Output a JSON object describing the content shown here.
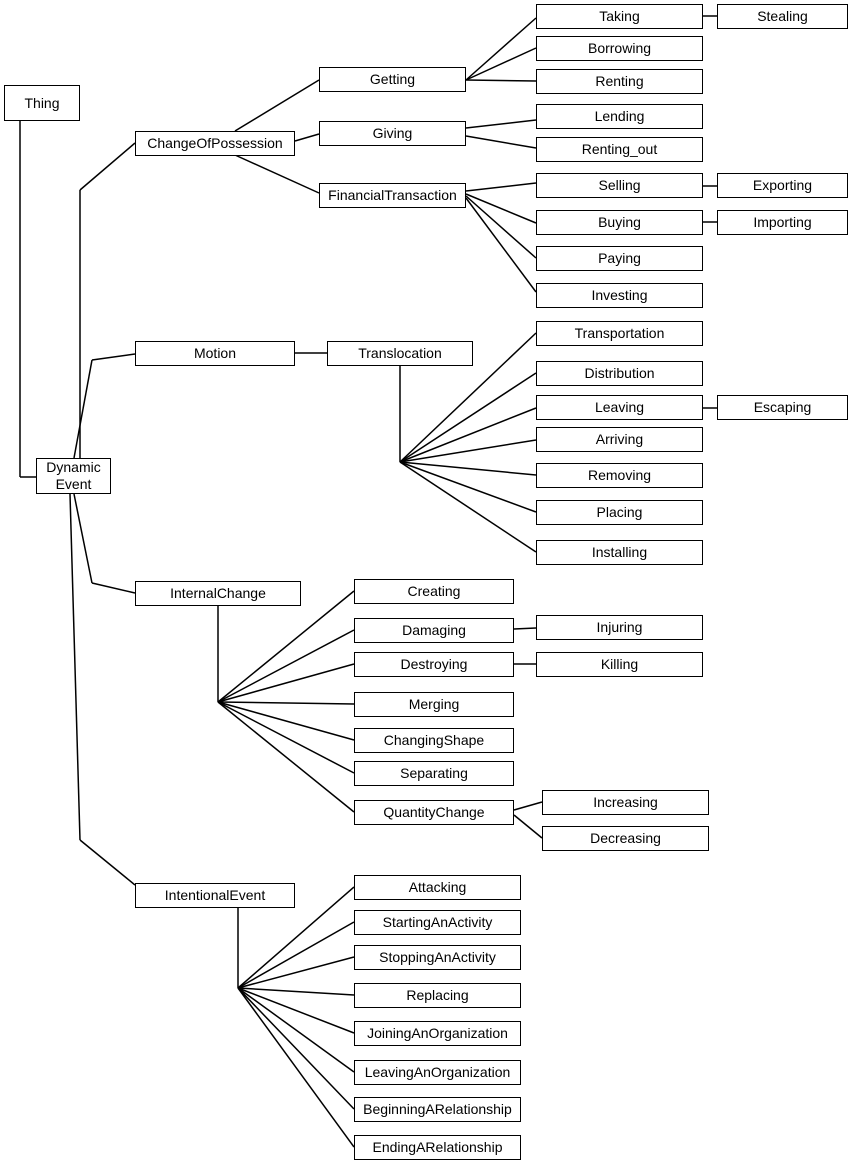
{
  "nodes": {
    "thing": "Thing",
    "dynamic_event_line1": "Dynamic",
    "dynamic_event_line2": "Event",
    "change_of_possession": "ChangeOfPossession",
    "motion": "Motion",
    "internal_change": "InternalChange",
    "intentional_event": "IntentionalEvent",
    "getting": "Getting",
    "giving": "Giving",
    "financial_transaction": "FinancialTransaction",
    "translocation": "Translocation",
    "taking": "Taking",
    "stealing": "Stealing",
    "borrowing": "Borrowing",
    "renting": "Renting",
    "lending": "Lending",
    "renting_out": "Renting_out",
    "selling": "Selling",
    "exporting": "Exporting",
    "buying": "Buying",
    "importing": "Importing",
    "paying": "Paying",
    "investing": "Investing",
    "transportation": "Transportation",
    "distribution": "Distribution",
    "leaving": "Leaving",
    "escaping": "Escaping",
    "arriving": "Arriving",
    "removing": "Removing",
    "placing": "Placing",
    "installing": "Installing",
    "creating": "Creating",
    "damaging": "Damaging",
    "injuring": "Injuring",
    "destroying": "Destroying",
    "killing": "Killing",
    "merging": "Merging",
    "changing_shape": "ChangingShape",
    "separating": "Separating",
    "quantity_change": "QuantityChange",
    "increasing": "Increasing",
    "decreasing": "Decreasing",
    "attacking": "Attacking",
    "starting_an_activity": "StartingAnActivity",
    "stopping_an_activity": "StoppingAnActivity",
    "replacing": "Replacing",
    "joining_an_organization": "JoiningAnOrganization",
    "leaving_an_organization": "LeavingAnOrganization",
    "beginning_a_relationship": "BeginningARelationship",
    "ending_a_relationship": "EndingARelationship"
  }
}
